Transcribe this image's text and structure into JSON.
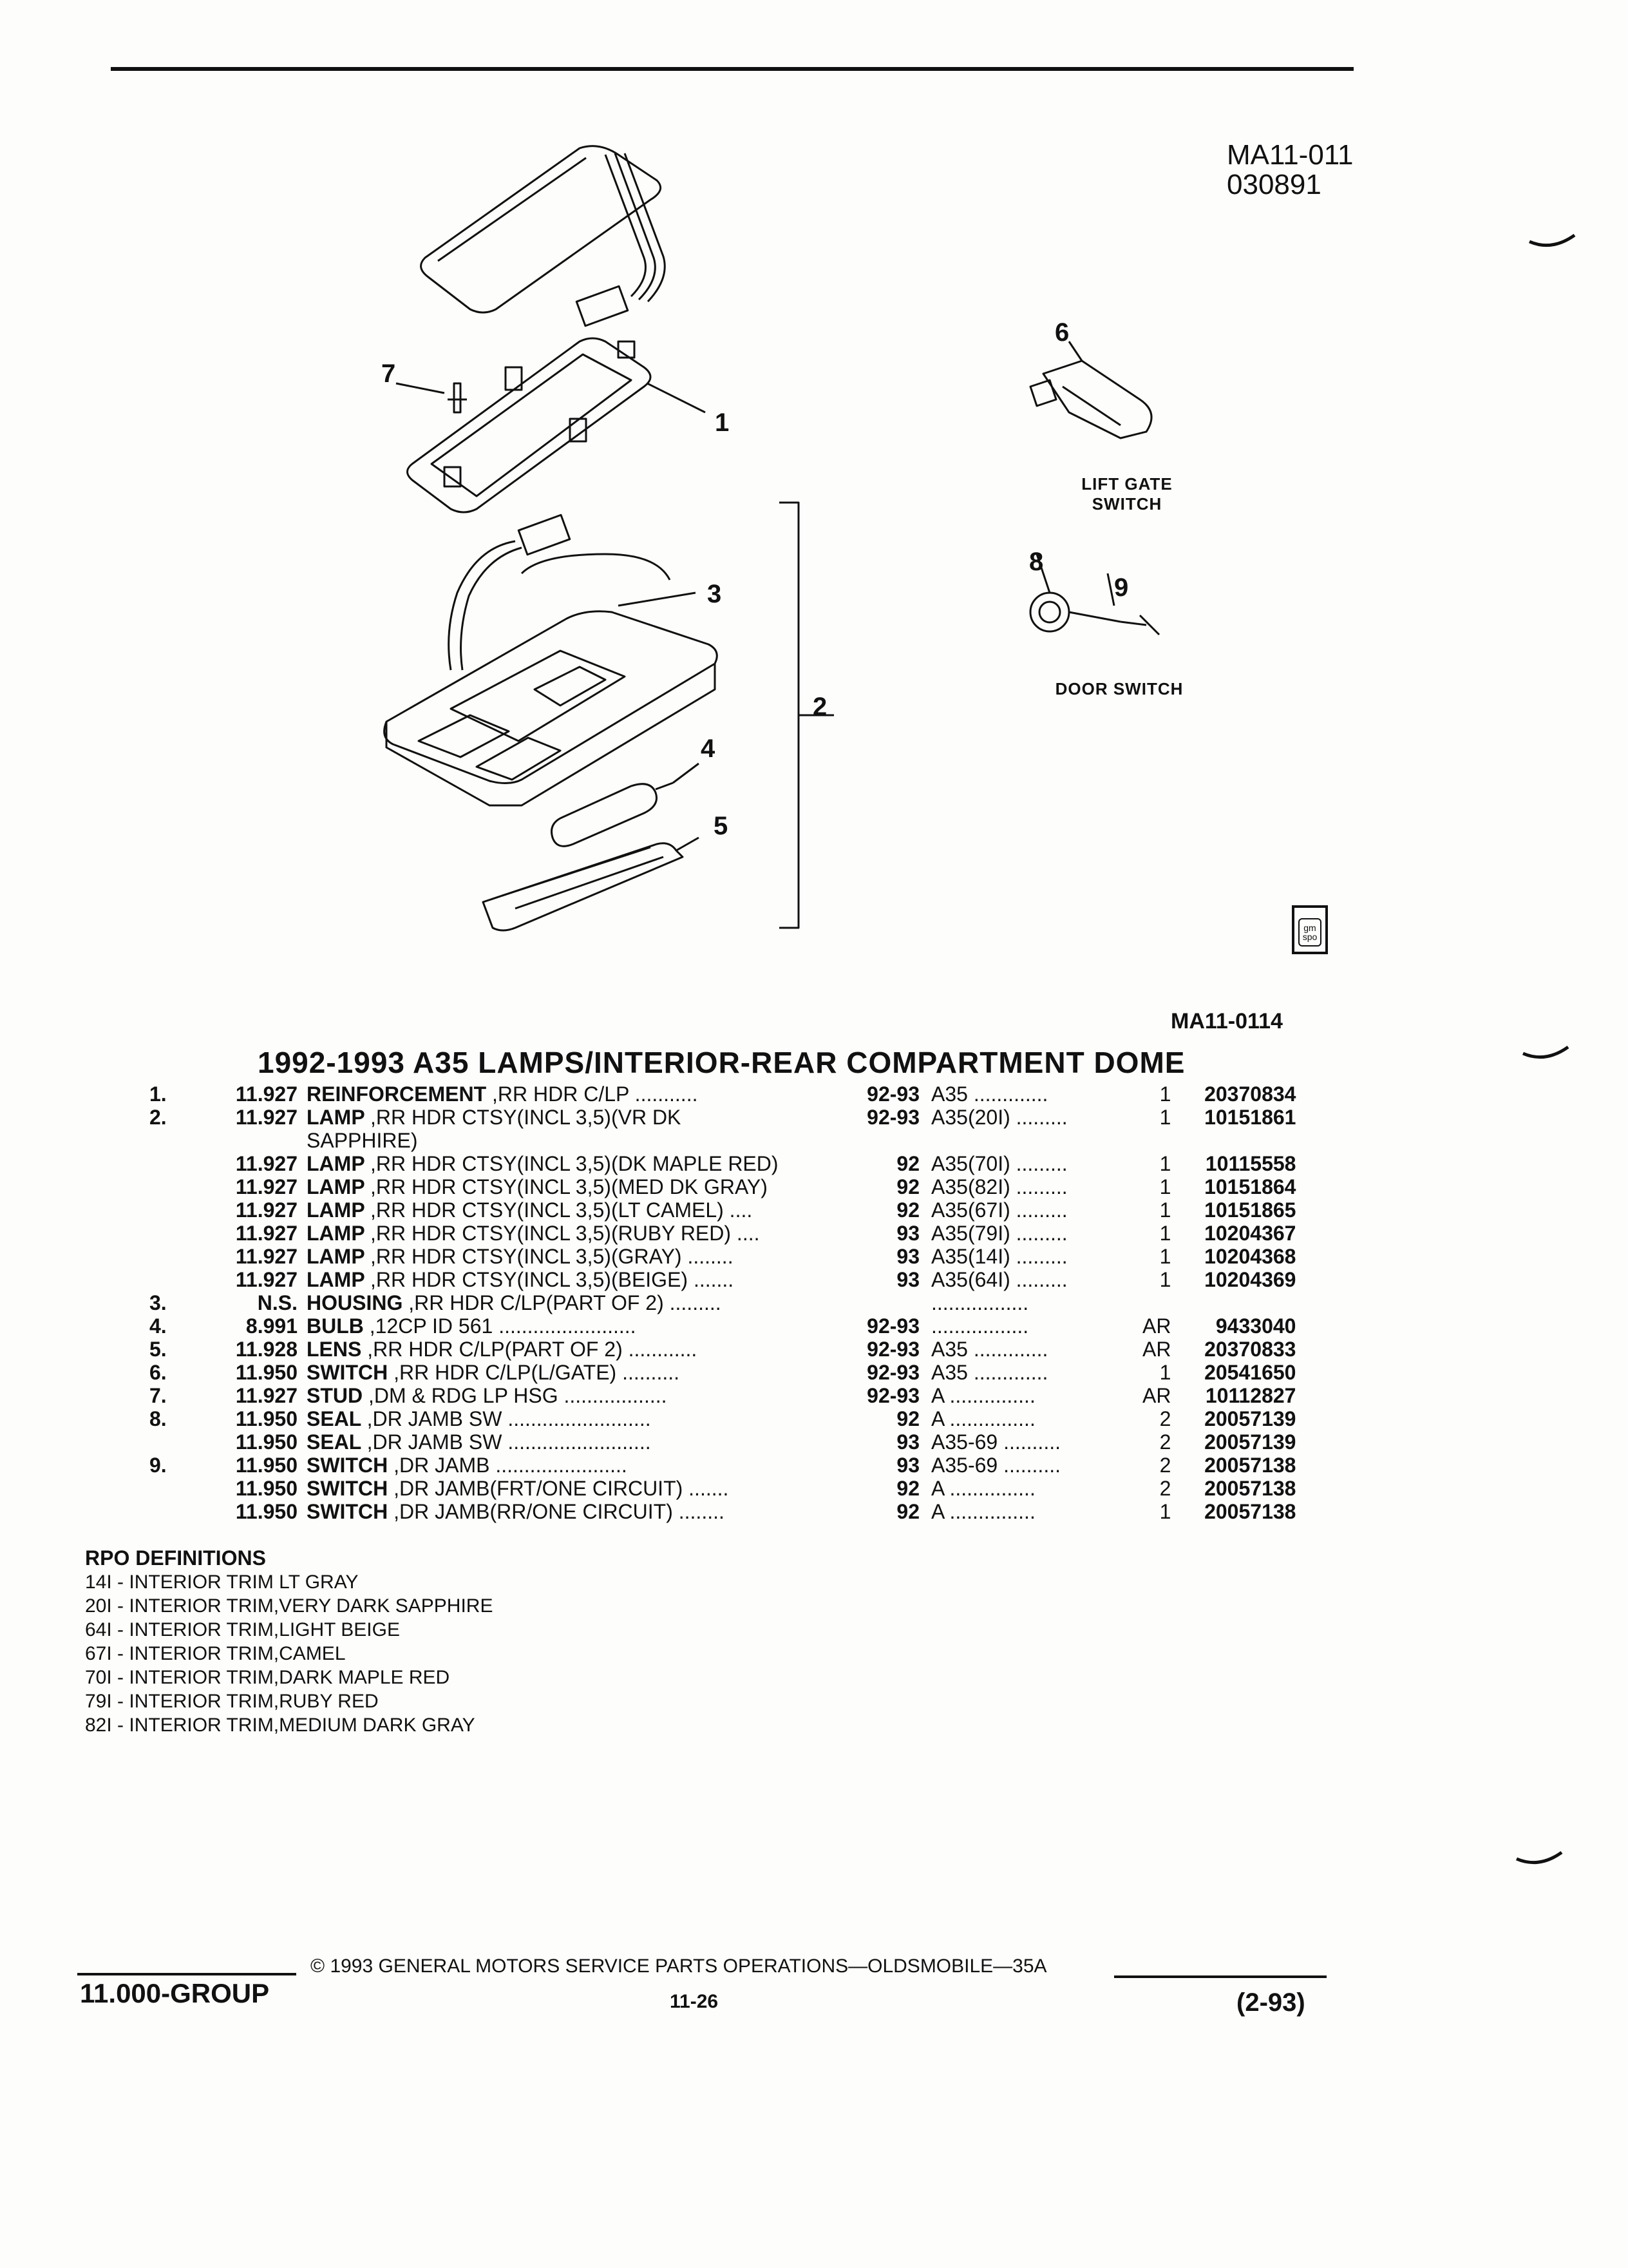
{
  "header": {
    "figure_ref": "MA11-011",
    "figure_code": "030891"
  },
  "diagram": {
    "callouts": [
      "1",
      "2",
      "3",
      "4",
      "5",
      "6",
      "7",
      "8",
      "9"
    ],
    "lift_gate_label_line1": "LIFT GATE",
    "lift_gate_label_line2": "SWITCH",
    "door_switch_label": "DOOR SWITCH",
    "figure_id": "MA11-0114",
    "logo_text": "gm spo"
  },
  "section_title": "1992-1993 A35 LAMPS/INTERIOR-REAR COMPARTMENT DOME",
  "parts": [
    {
      "num": "1.",
      "group": "11.927",
      "name": "REINFORCEMENT",
      "detail": ",RR HDR C/LP ...........",
      "year": "92-93",
      "model": "A35 .............",
      "qty": "1",
      "part_no": "20370834"
    },
    {
      "num": "2.",
      "group": "11.927",
      "name": "LAMP",
      "detail": ",RR HDR CTSY(INCL 3,5)(VR DK",
      "year": "92-93",
      "model": "A35(20I) .........",
      "qty": "1",
      "part_no": "10151861"
    },
    {
      "num": "",
      "group": "",
      "name": "",
      "detail": "SAPPHIRE)",
      "year": "",
      "model": "",
      "qty": "",
      "part_no": ""
    },
    {
      "num": "",
      "group": "11.927",
      "name": "LAMP",
      "detail": ",RR HDR CTSY(INCL 3,5)(DK MAPLE RED)",
      "year": "92",
      "model": "A35(70I) .........",
      "qty": "1",
      "part_no": "10115558"
    },
    {
      "num": "",
      "group": "11.927",
      "name": "LAMP",
      "detail": ",RR HDR CTSY(INCL 3,5)(MED DK GRAY)",
      "year": "92",
      "model": "A35(82I) .........",
      "qty": "1",
      "part_no": "10151864"
    },
    {
      "num": "",
      "group": "11.927",
      "name": "LAMP",
      "detail": ",RR HDR CTSY(INCL 3,5)(LT CAMEL) ....",
      "year": "92",
      "model": "A35(67I) .........",
      "qty": "1",
      "part_no": "10151865"
    },
    {
      "num": "",
      "group": "11.927",
      "name": "LAMP",
      "detail": ",RR HDR CTSY(INCL 3,5)(RUBY RED) ....",
      "year": "93",
      "model": "A35(79I) .........",
      "qty": "1",
      "part_no": "10204367"
    },
    {
      "num": "",
      "group": "11.927",
      "name": "LAMP",
      "detail": ",RR HDR CTSY(INCL 3,5)(GRAY) ........",
      "year": "93",
      "model": "A35(14I) .........",
      "qty": "1",
      "part_no": "10204368"
    },
    {
      "num": "",
      "group": "11.927",
      "name": "LAMP",
      "detail": ",RR HDR CTSY(INCL 3,5)(BEIGE) .......",
      "year": "93",
      "model": "A35(64I) .........",
      "qty": "1",
      "part_no": "10204369"
    },
    {
      "num": "3.",
      "group": "N.S.",
      "name": "HOUSING",
      "detail": ",RR HDR C/LP(PART OF 2) .........",
      "year": "",
      "model": ".................",
      "qty": "",
      "part_no": ""
    },
    {
      "num": "4.",
      "group": "8.991",
      "name": "BULB",
      "detail": ",12CP ID 561 ........................",
      "year": "92-93",
      "model": ".................",
      "qty": "AR",
      "part_no": "9433040"
    },
    {
      "num": "5.",
      "group": "11.928",
      "name": "LENS",
      "detail": ",RR HDR C/LP(PART OF 2) ............",
      "year": "92-93",
      "model": "A35 .............",
      "qty": "AR",
      "part_no": "20370833"
    },
    {
      "num": "6.",
      "group": "11.950",
      "name": "SWITCH",
      "detail": ",RR HDR C/LP(L/GATE) ..........",
      "year": "92-93",
      "model": "A35 .............",
      "qty": "1",
      "part_no": "20541650"
    },
    {
      "num": "7.",
      "group": "11.927",
      "name": "STUD",
      "detail": ",DM & RDG LP HSG ..................",
      "year": "92-93",
      "model": "A ...............",
      "qty": "AR",
      "part_no": "10112827"
    },
    {
      "num": "8.",
      "group": "11.950",
      "name": "SEAL",
      "detail": ",DR JAMB SW .........................",
      "year": "92",
      "model": "A ...............",
      "qty": "2",
      "part_no": "20057139"
    },
    {
      "num": "",
      "group": "11.950",
      "name": "SEAL",
      "detail": ",DR JAMB SW .........................",
      "year": "93",
      "model": "A35-69 ..........",
      "qty": "2",
      "part_no": "20057139"
    },
    {
      "num": "9.",
      "group": "11.950",
      "name": "SWITCH",
      "detail": ",DR JAMB .......................",
      "year": "93",
      "model": "A35-69 ..........",
      "qty": "2",
      "part_no": "20057138"
    },
    {
      "num": "",
      "group": "11.950",
      "name": "SWITCH",
      "detail": ",DR JAMB(FRT/ONE CIRCUIT) .......",
      "year": "92",
      "model": "A ...............",
      "qty": "2",
      "part_no": "20057138"
    },
    {
      "num": "",
      "group": "11.950",
      "name": "SWITCH",
      "detail": ",DR JAMB(RR/ONE CIRCUIT) ........",
      "year": "92",
      "model": "A ...............",
      "qty": "1",
      "part_no": "20057138"
    }
  ],
  "rpo": {
    "heading": "RPO DEFINITIONS",
    "items": [
      "14I - INTERIOR TRIM LT GRAY",
      "20I - INTERIOR TRIM,VERY DARK SAPPHIRE",
      "64I - INTERIOR TRIM,LIGHT BEIGE",
      "67I - INTERIOR TRIM,CAMEL",
      "70I - INTERIOR TRIM,DARK MAPLE RED",
      "79I - INTERIOR TRIM,RUBY RED",
      "82I - INTERIOR TRIM,MEDIUM DARK GRAY"
    ]
  },
  "footer": {
    "group": "11.000-GROUP",
    "copyright": "© 1993 GENERAL MOTORS SERVICE PARTS OPERATIONS—OLDSMOBILE—35A",
    "page": "11-26",
    "date": "(2-93)"
  }
}
